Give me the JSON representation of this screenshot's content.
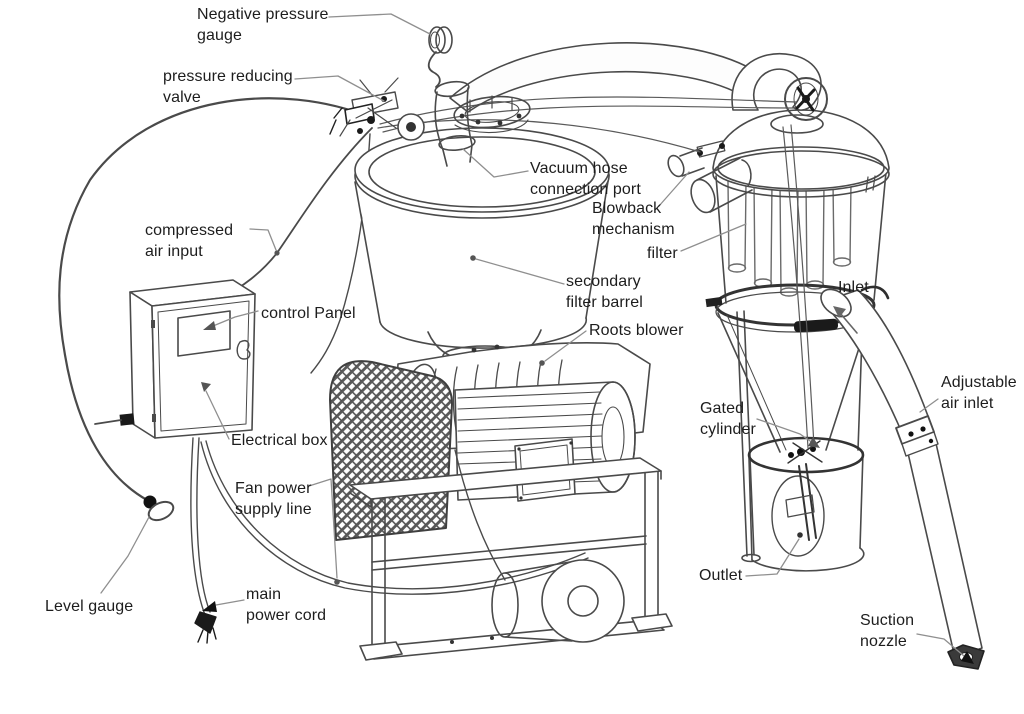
{
  "diagram": {
    "title": "Vacuum pneumatic conveying system line diagram",
    "colors": {
      "background": "#ffffff",
      "ink": "#4a4a4a",
      "dark_ink": "#1d1d1d",
      "leader": "#8f8f8f",
      "label_text": "#1d1d1d"
    },
    "labels": [
      {
        "id": "negative-pressure-gauge",
        "text": "Negative pressure\ngauge"
      },
      {
        "id": "pressure-reducing-valve",
        "text": "pressure reducing\nvalve"
      },
      {
        "id": "compressed-air-input",
        "text": "compressed\nair input"
      },
      {
        "id": "control-panel",
        "text": "control Panel"
      },
      {
        "id": "electrical-box",
        "text": "Electrical box"
      },
      {
        "id": "fan-power-supply-line",
        "text": "Fan power\nsupply line"
      },
      {
        "id": "main-power-cord",
        "text": "main\npower cord"
      },
      {
        "id": "level-gauge",
        "text": "Level gauge"
      },
      {
        "id": "vacuum-hose-connection-port",
        "text": "Vacuum hose\nconnection port"
      },
      {
        "id": "blowback-mechanism",
        "text": "Blowback\nmechanism"
      },
      {
        "id": "filter",
        "text": "filter"
      },
      {
        "id": "secondary-filter-barrel",
        "text": "secondary\nfilter barrel"
      },
      {
        "id": "roots-blower",
        "text": "Roots blower"
      },
      {
        "id": "inlet",
        "text": "Inlet"
      },
      {
        "id": "adjustable-air-inlet",
        "text": "Adjustable\nair inlet"
      },
      {
        "id": "gated-cylinder",
        "text": "Gated\ncylinder"
      },
      {
        "id": "outlet",
        "text": "Outlet"
      },
      {
        "id": "suction-nozzle",
        "text": "Suction\nnozzle"
      }
    ]
  }
}
